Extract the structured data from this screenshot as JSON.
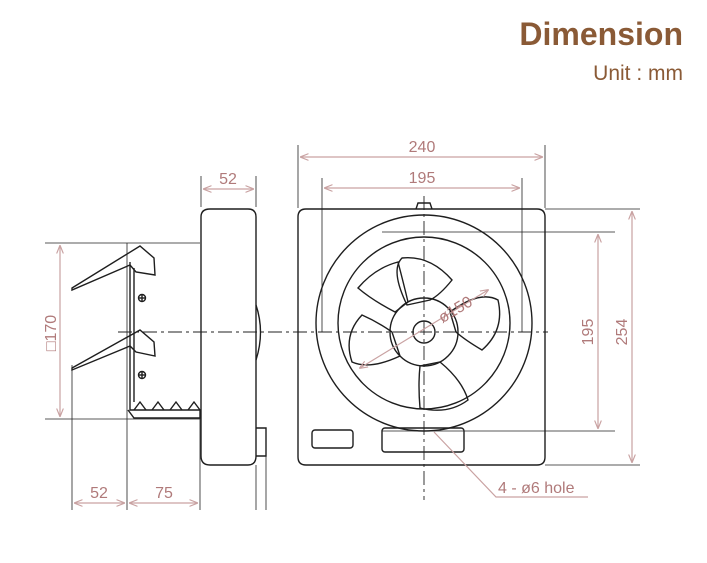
{
  "header": {
    "title": "Dimension",
    "unit": "Unit : mm"
  },
  "dimensions": {
    "side_depth": "52",
    "overall_width": "240",
    "inner_width": "195",
    "fan_diameter": "ø150",
    "inner_height": "195",
    "overall_height": "254",
    "bracket_size": "□170",
    "bottom_left": "52",
    "bottom_right": "75",
    "hole_note": "4 - ø6 hole"
  },
  "colors": {
    "title": "#8a5a36",
    "dimension": "#b07a7a",
    "line": "#1e1e1e"
  }
}
